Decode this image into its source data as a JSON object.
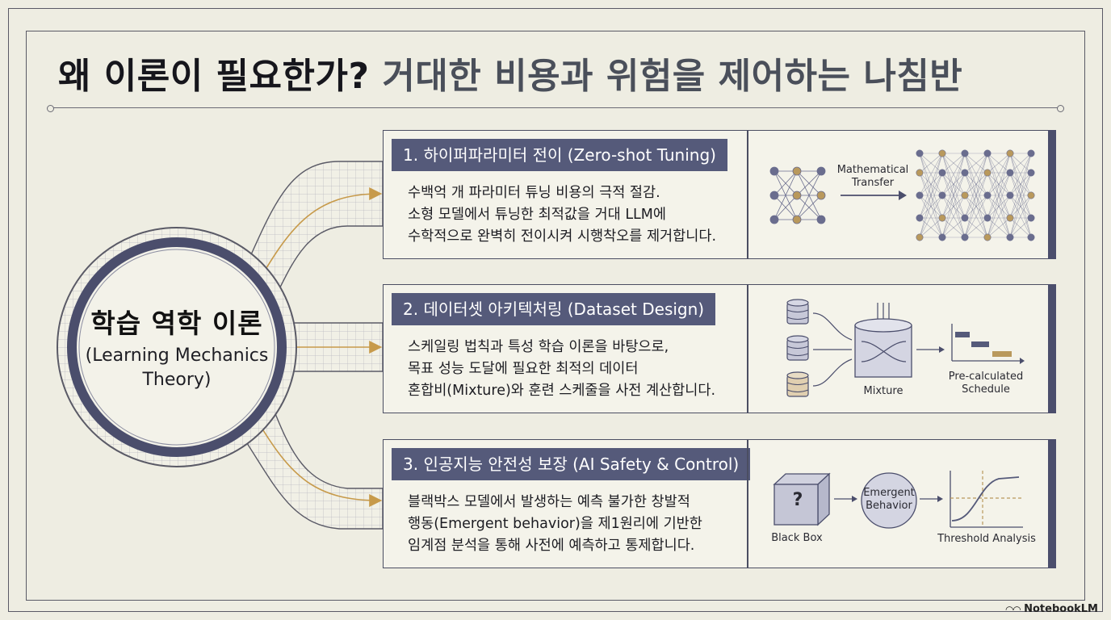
{
  "title": {
    "part1": "왜 이론이 필요한가?",
    "part2": "거대한 비용과 위험을 제어하는 나침반"
  },
  "hub": {
    "title": "학습 역학 이론",
    "subtitle": "(Learning Mechanics Theory)"
  },
  "cards": [
    {
      "heading": "1. 하이퍼파라미터 전이 (Zero-shot Tuning)",
      "lines": [
        "수백억 개 파라미터 튜닝 비용의 극적 절감.",
        "소형 모델에서 튜닝한 최적값을 거대 LLM에",
        "수학적으로 완벽히 전이시켜 시행착오를 제거합니다."
      ],
      "labels": {
        "transfer_line1": "Mathematical",
        "transfer_line2": "Transfer"
      }
    },
    {
      "heading": "2. 데이터셋 아키텍처링 (Dataset Design)",
      "lines": [
        "스케일링 법칙과 특성 학습 이론을 바탕으로,",
        "목표 성능 도달에 필요한 최적의 데이터",
        "혼합비(Mixture)와 훈련 스케줄을 사전 계산합니다."
      ],
      "labels": {
        "mixture": "Mixture",
        "schedule_line1": "Pre-calculated",
        "schedule_line2": "Schedule"
      }
    },
    {
      "heading": "3. 인공지능 안전성 보장 (AI Safety & Control)",
      "lines": [
        "블랙박스 모델에서 발생하는 예측 불가한 창발적",
        "행동(Emergent behavior)을 제1원리에 기반한",
        "임계점 분석을 통해 사전에 예측하고 통제합니다."
      ],
      "labels": {
        "box_mark": "?",
        "black_box": "Black Box",
        "emergent_line1": "Emergent",
        "emergent_line2": "Behavior",
        "threshold": "Threshold Analysis"
      }
    }
  ],
  "brand": {
    "name": "NotebookLM"
  },
  "colors": {
    "background": "#eeede2",
    "card_header": "#555a7a",
    "accent": "#4b4e6c",
    "arrow": "#c79a4a",
    "node_blue": "#6a6d8e",
    "node_gold": "#b9995c"
  }
}
